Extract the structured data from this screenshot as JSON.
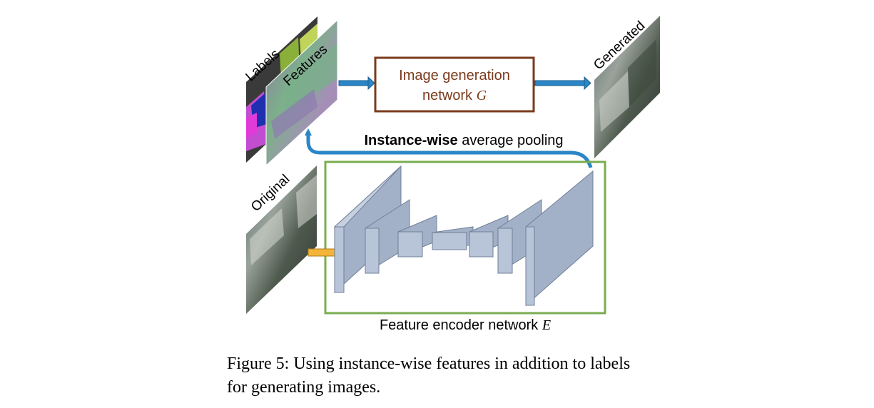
{
  "panels": {
    "labels": "Labels",
    "features": "Features",
    "generated": "Generated",
    "original": "Original"
  },
  "generator": {
    "line1": "Image generation",
    "line2_text": "network ",
    "line2_symbol": "G",
    "color": "#7a3b1c"
  },
  "pooling": {
    "bold": "Instance-wise",
    "rest": " average pooling",
    "arrow_color": "#2a86c6"
  },
  "encoder": {
    "label_text": "Feature encoder network ",
    "label_symbol": "E",
    "border_color": "#7aad4f",
    "block_color": "#b8c4d8"
  },
  "input_arrow_color": "#f2b53a",
  "caption": {
    "line1": "Figure 5: Using instance-wise features in addition to labels",
    "line2": "for generating images."
  }
}
